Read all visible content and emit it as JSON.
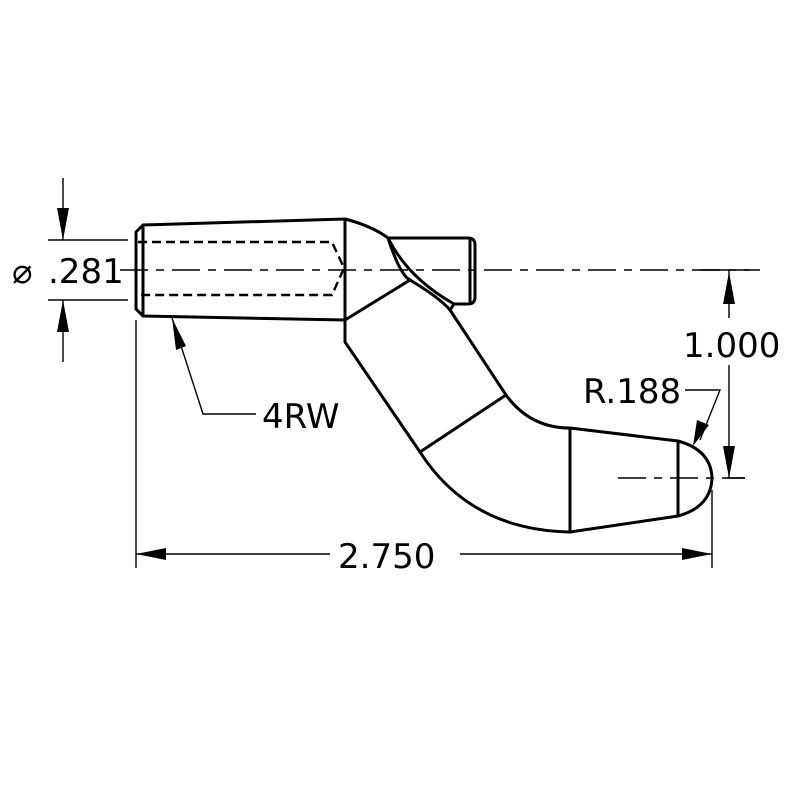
{
  "drawing": {
    "title": "Bent pin / shank part drawing",
    "line_color": "#000000",
    "background": "#ffffff"
  },
  "dimensions": {
    "diameter": {
      "symbol": "⌀",
      "value": ".281"
    },
    "callout": {
      "label": "4RW"
    },
    "vertical_offset": {
      "value": "1.000"
    },
    "radius": {
      "value": "R.188"
    },
    "overall_length": {
      "value": "2.750"
    }
  }
}
